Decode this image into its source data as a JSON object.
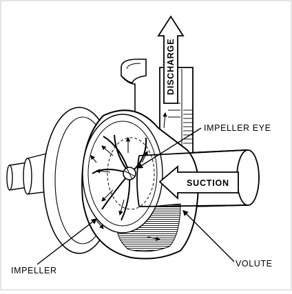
{
  "diagram": {
    "labels": {
      "discharge": "DISCHARGE",
      "impeller_eye": "IMPELLER EYE",
      "suction": "SUCTION",
      "impeller": "IMPELLER",
      "volute": "VOLUTE"
    },
    "colors": {
      "ink": "#000000",
      "paper": "#ffffff",
      "frame": "#c8c8c8"
    }
  }
}
